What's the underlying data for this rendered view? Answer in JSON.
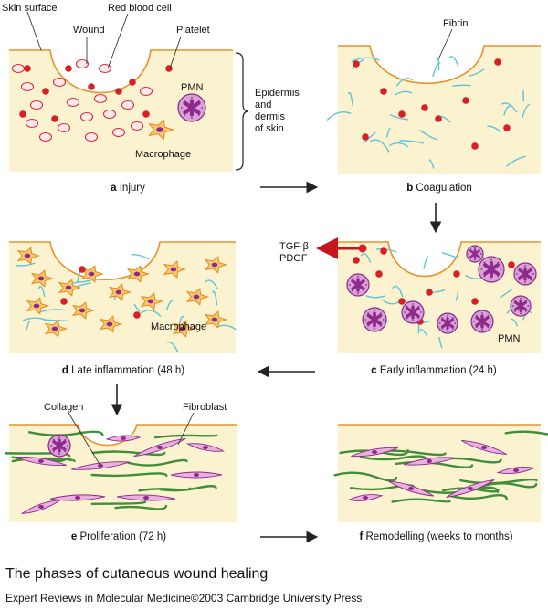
{
  "panels": {
    "a": {
      "letter": "a",
      "caption": "Injury"
    },
    "b": {
      "letter": "b",
      "caption": "Coagulation"
    },
    "c": {
      "letter": "c",
      "caption": "Early inflammation (24 h)"
    },
    "d": {
      "letter": "d",
      "caption": "Late inflammation (48 h)"
    },
    "e": {
      "letter": "e",
      "caption": "Proliferation (72 h)"
    },
    "f": {
      "letter": "f",
      "caption": "Remodelling (weeks to months)"
    }
  },
  "labels": {
    "skin_surface": "Skin surface",
    "wound": "Wound",
    "red_blood_cell": "Red blood cell",
    "platelet": "Platelet",
    "pmn_a": "PMN",
    "macrophage_a": "Macrophage",
    "fibrin": "Fibrin",
    "tgf": "TGF-β",
    "pdgf": "PDGF",
    "pmn_c": "PMN",
    "macrophage_d": "Macrophage",
    "collagen": "Collagen",
    "fibroblast": "Fibroblast"
  },
  "side_label": {
    "line1": "Epidermis",
    "line2": "and",
    "line3": "dermis",
    "line4": "of skin"
  },
  "title": "The phases of cutaneous wound healing",
  "credit": "Expert Reviews in Molecular Medicine©2003 Cambridge University Press",
  "colors": {
    "skin": "#fbf2cf",
    "surface_line": "#e8922a",
    "rbc_fill": "#fde8ea",
    "rbc_stroke": "#d42a3a",
    "platelet": "#d91f26",
    "fibrin": "#5fc4d6",
    "macrophage_fill": "#f9c86a",
    "macrophage_stroke": "#e38a1e",
    "cell_nucleus": "#8e2a8e",
    "pmn_fill": "#d9a2d6",
    "pmn_stroke": "#8a2a86",
    "fibroblast_fill": "#e9b0e0",
    "collagen": "#3f8f3a",
    "arrow": "#222222",
    "growth_factor_arrow": "#c4161c"
  }
}
